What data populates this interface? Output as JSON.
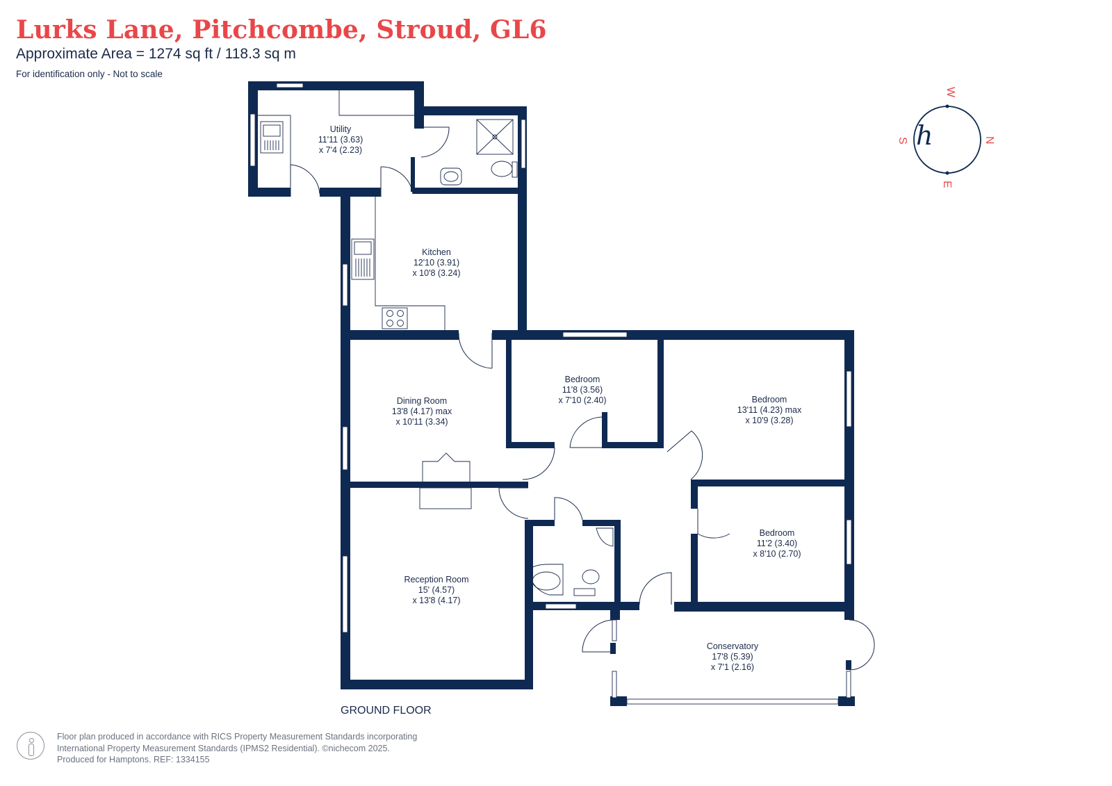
{
  "header": {
    "title": "Lurks Lane, Pitchcombe, Stroud, GL6",
    "area": "Approximate Area = 1274 sq ft / 118.3 sq m",
    "note": "For identification only - Not to scale"
  },
  "colors": {
    "wall": "#0f2a52",
    "title": "#e8474a",
    "text": "#1b2a4a",
    "fixture": "#1b2a4a"
  },
  "rooms": {
    "utility": {
      "name": "Utility",
      "dim1": "11'11 (3.63)",
      "dim2": "x 7'4 (2.23)"
    },
    "kitchen": {
      "name": "Kitchen",
      "dim1": "12'10 (3.91)",
      "dim2": "x 10'8 (3.24)"
    },
    "dining": {
      "name": "Dining Room",
      "dim1": "13'8 (4.17) max",
      "dim2": "x 10'11 (3.34)"
    },
    "bedroom1": {
      "name": "Bedroom",
      "dim1": "11'8 (3.56)",
      "dim2": "x 7'10 (2.40)"
    },
    "bedroom2": {
      "name": "Bedroom",
      "dim1": "13'11 (4.23) max",
      "dim2": "x 10'9 (3.28)"
    },
    "bedroom3": {
      "name": "Bedroom",
      "dim1": "11'2 (3.40)",
      "dim2": "x 8'10 (2.70)"
    },
    "reception": {
      "name": "Reception Room",
      "dim1": "15' (4.57)",
      "dim2": "x 13'8 (4.17)"
    },
    "conservatory": {
      "name": "Conservatory",
      "dim1": "17'8 (5.39)",
      "dim2": "x 7'1 (2.16)"
    }
  },
  "floor_label": "GROUND FLOOR",
  "compass": {
    "letters": {
      "w": "W",
      "n": "N",
      "e": "E",
      "s": "S"
    },
    "logo": "h"
  },
  "footer": {
    "line1": "Floor plan produced in accordance with RICS Property Measurement Standards incorporating",
    "line2": "International Property Measurement Standards (IPMS2 Residential).  ©nichecom  2025.",
    "line3": "Produced for Hamptons.  REF:  1334155"
  }
}
